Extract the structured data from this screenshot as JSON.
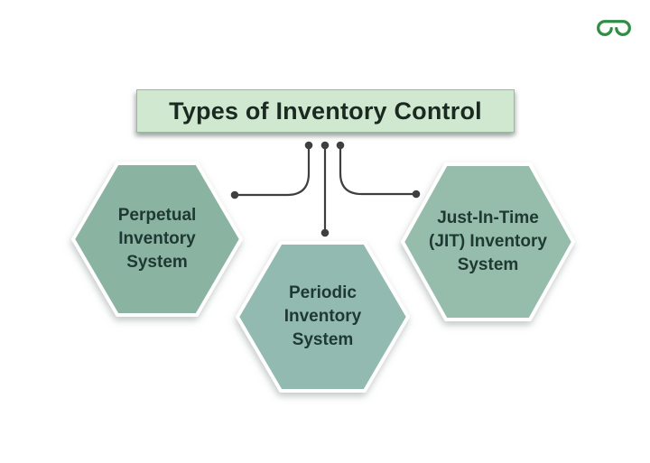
{
  "title": {
    "label": "Types of Inventory Control"
  },
  "logo": {
    "name": "geeksforgeeks-logo"
  },
  "hexagons": [
    {
      "key": "perpetual",
      "label": "Perpetual\nInventory\nSystem"
    },
    {
      "key": "periodic",
      "label": "Periodic\nInventory\nSystem"
    },
    {
      "key": "jit",
      "label": "Just-In-Time\n(JIT) Inventory\nSystem"
    }
  ],
  "colors": {
    "background": "#ffffff",
    "title_bg": "#cfe8cf",
    "title_text": "#1b2a21",
    "connector": "#3f3f3f",
    "hex_perpetual": "#8bb3a2",
    "hex_periodic": "#93bab1",
    "hex_jit": "#96bdab",
    "label_text": "#1e3832",
    "logo_green": "#2f8d46"
  }
}
